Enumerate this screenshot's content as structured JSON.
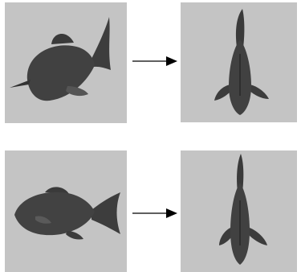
{
  "figure": {
    "rows": [
      {
        "source_view": "side-view-fish-tilted",
        "target_view": "top-view-fish"
      },
      {
        "source_view": "side-view-fish-level",
        "target_view": "top-view-fish"
      }
    ],
    "colors": {
      "panel_background": "#c4c4c4",
      "fish_body": "#3f3f3f",
      "fish_dark": "#2b2b2b",
      "arrow": "#000000"
    },
    "icons": [
      "fish-side-icon",
      "fish-top-icon",
      "arrow-right-icon"
    ]
  }
}
